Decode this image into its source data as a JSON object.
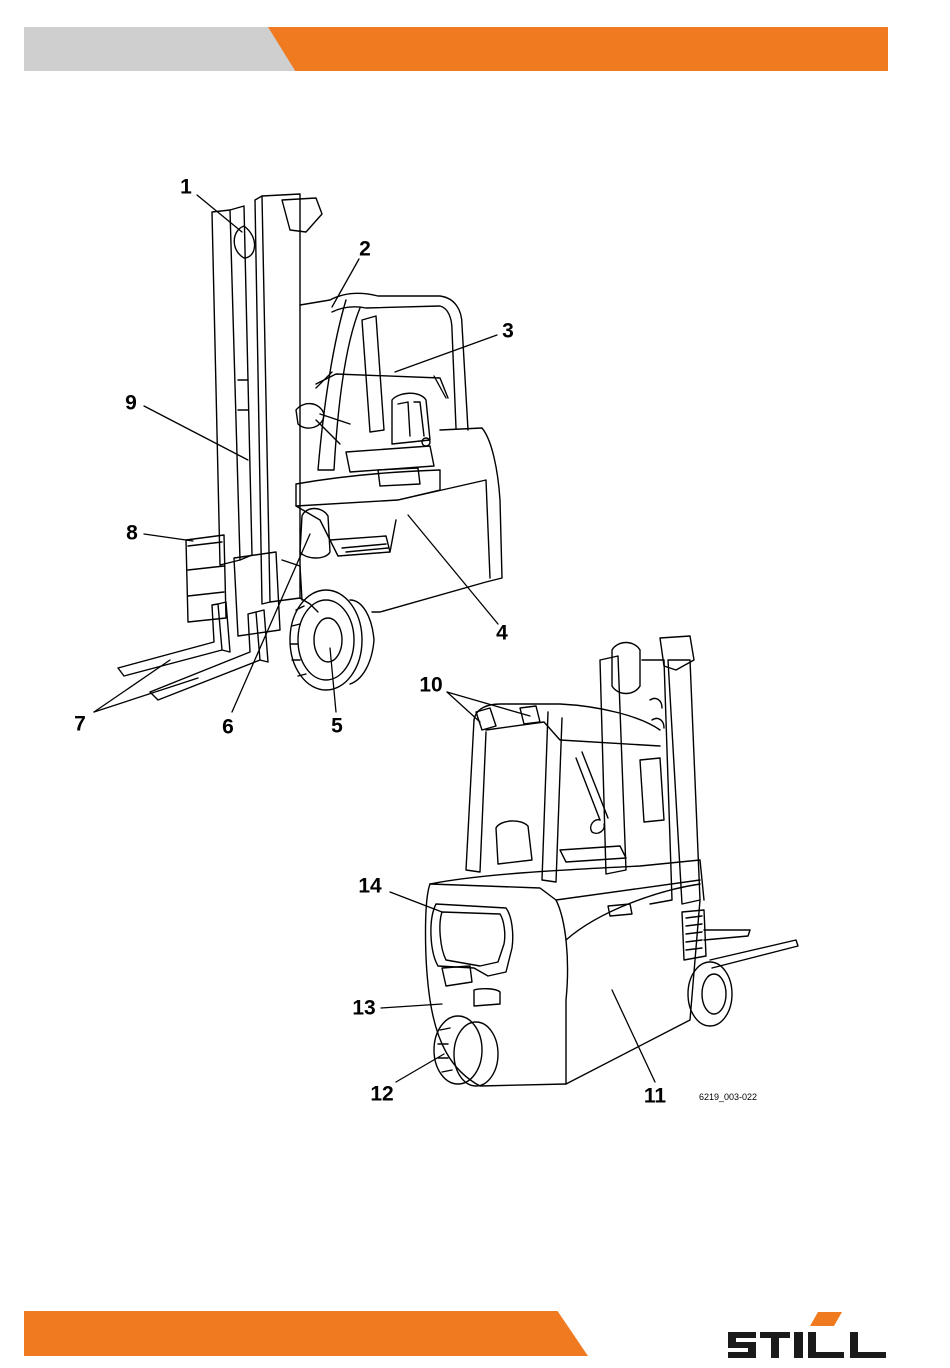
{
  "figure": {
    "code": "6219_003-022",
    "callouts": {
      "c1": "1",
      "c2": "2",
      "c3": "3",
      "c4": "4",
      "c5": "5",
      "c6": "6",
      "c7": "7",
      "c8": "8",
      "c9": "9",
      "c10": "10",
      "c11": "11",
      "c12": "12",
      "c13": "13",
      "c14": "14"
    }
  },
  "brand": {
    "logo_text": "STILL",
    "accent": "#f07a1f",
    "gray": "#cfcfcf"
  }
}
